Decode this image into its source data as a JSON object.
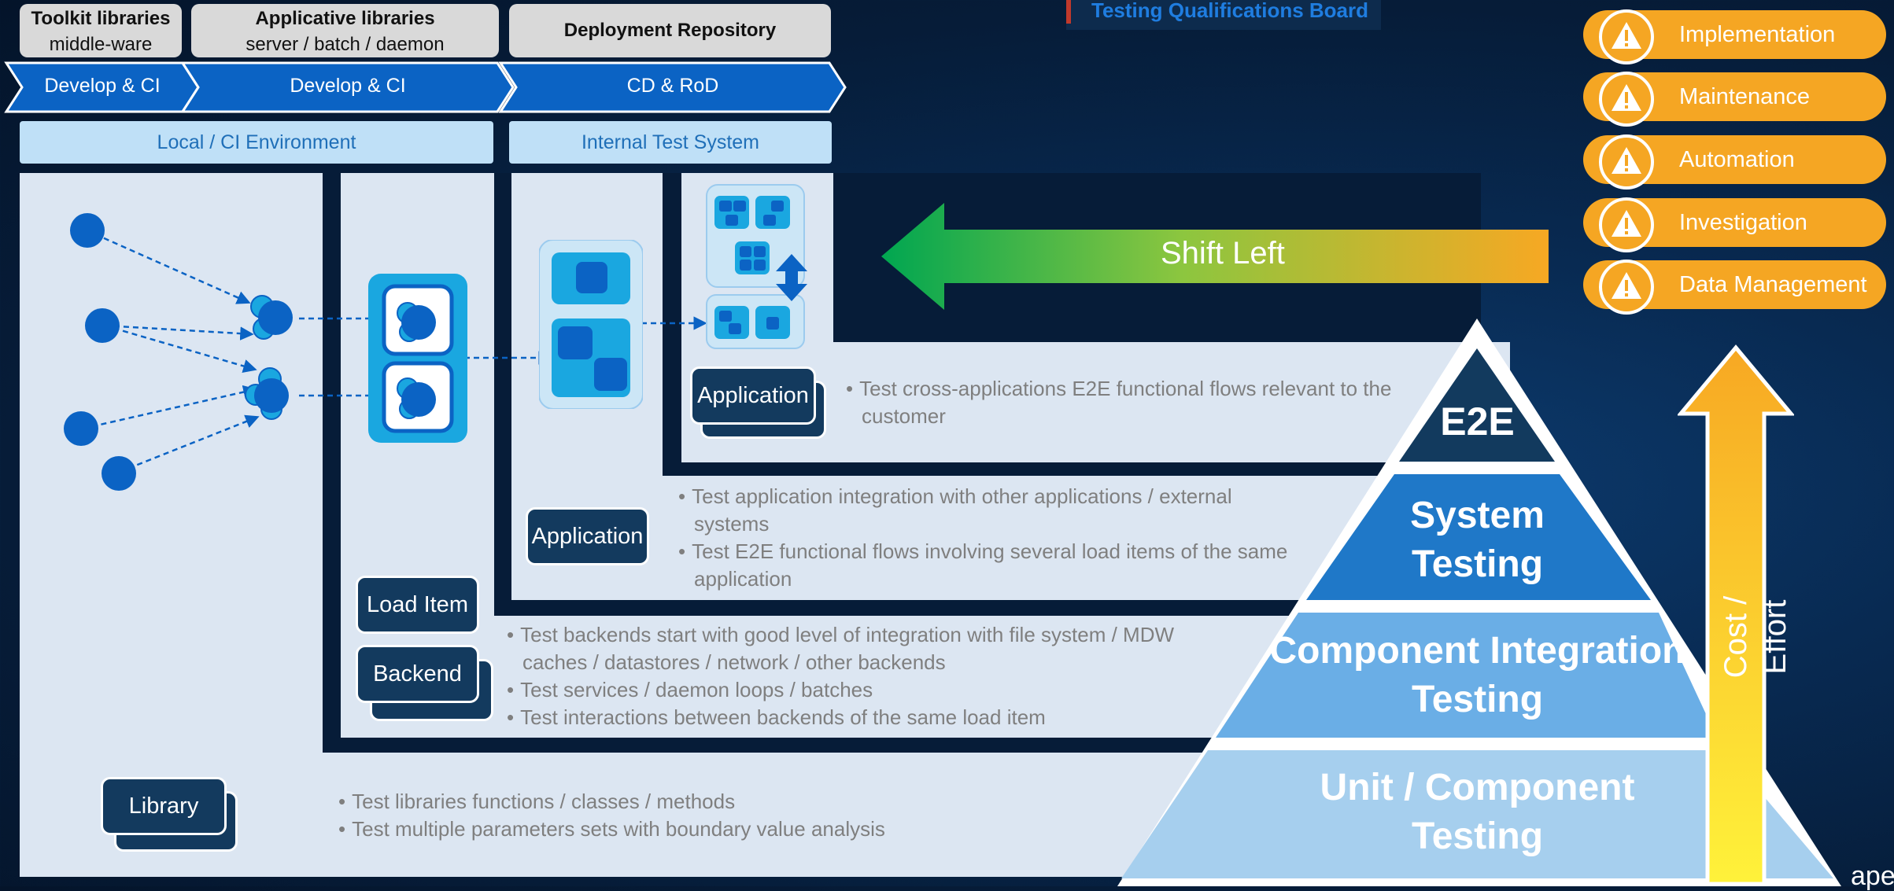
{
  "pipeline": {
    "headers": [
      {
        "title": "Toolkit libraries",
        "subtitle": "middle-ware"
      },
      {
        "title": "Applicative libraries",
        "subtitle": "server / batch / daemon"
      },
      {
        "title": "Deployment Repository",
        "subtitle": ""
      }
    ],
    "stages": [
      "Develop & CI",
      "Develop & CI",
      "CD & RoD"
    ],
    "environments": [
      "Local / CI Environment",
      "Internal Test System"
    ]
  },
  "top_partial_title": "Testing Qualifications Board",
  "levels": {
    "e2e": {
      "tag": "Application",
      "bullets": [
        "Test cross-applications E2E functional flows relevant to the customer"
      ]
    },
    "system": {
      "tag": "Application",
      "bullets": [
        "Test application integration with other applications / external systems",
        "Test E2E functional flows involving several load items of the same application"
      ]
    },
    "component_integration": {
      "tags": [
        "Load Item",
        "Backend"
      ],
      "bullets": [
        "Test backends start with good level of integration with file system / MDW caches / datastores / network / other backends",
        "Test services / daemon loops / batches",
        "Test interactions between backends of the same load item"
      ]
    },
    "unit": {
      "tag": "Library",
      "bullets": [
        "Test libraries functions / classes / methods",
        "Test multiple parameters sets with boundary value analysis"
      ]
    }
  },
  "shift_left_label": "Shift Left",
  "pyramid": {
    "e2e": "E2E",
    "system": [
      "System",
      "Testing"
    ],
    "component_integration": [
      "Component Integration",
      "Testing"
    ],
    "unit": [
      "Unit / Component",
      "Testing"
    ]
  },
  "cost_label": "Cost / Effort",
  "concerns": [
    "Implementation",
    "Maintenance",
    "Automation",
    "Investigation",
    "Data Management"
  ],
  "corner_partial_text": "ape",
  "colors": {
    "accent_blue": "#0b63c4",
    "pill_orange": "#f5a623",
    "pyramid_e2e": "#123a5e",
    "pyramid_system": "#1f78c8",
    "pyramid_integration": "#6aaee6",
    "pyramid_unit": "#a6cfee"
  }
}
